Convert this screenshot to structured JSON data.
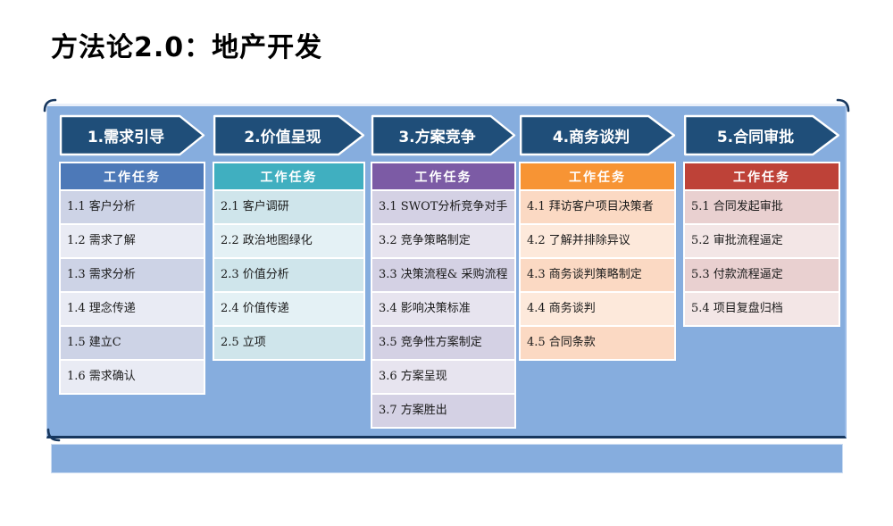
{
  "title": "方法论2.0：地产开发",
  "colors": {
    "panel_bg": "#86ADDE",
    "arrow_fill": "#1F4E79",
    "corner_accent": "#17375E",
    "footer_bar_bg": "#86ADDE"
  },
  "columns": [
    {
      "stage": "1.需求引导",
      "tasks_title": "工作任务",
      "header_bg": "#4D79B8",
      "row_odd_bg": "#CDD3E6",
      "row_even_bg": "#E9EBF4",
      "tasks": [
        "1.1 客户分析",
        "1.2 需求了解",
        "1.3 需求分析",
        "1.4 理念传递",
        "1.5 建立C",
        "1.6 需求确认"
      ]
    },
    {
      "stage": "2.价值呈现",
      "tasks_title": "工作任务",
      "header_bg": "#40AFC0",
      "row_odd_bg": "#CFE5EB",
      "row_even_bg": "#E4F1F5",
      "tasks": [
        "2.1 客户调研",
        "2.2 政治地图绿化",
        "2.3 价值分析",
        "2.4 价值传递",
        "2.5 立项"
      ]
    },
    {
      "stage": "3.方案竞争",
      "tasks_title": "工作任务",
      "header_bg": "#7C5BA5",
      "row_odd_bg": "#D4D1E4",
      "row_even_bg": "#E7E4EF",
      "tasks": [
        "3.1 SWOT分析竞争对手",
        "3.2 竞争策略制定",
        "3.3 决策流程& 采购流程",
        "3.4 影响决策标准",
        "3.5 竞争性方案制定",
        "3.6 方案呈现",
        "3.7 方案胜出"
      ]
    },
    {
      "stage": "4.商务谈判",
      "tasks_title": "工作任务",
      "header_bg": "#F79434",
      "row_odd_bg": "#FBD9C3",
      "row_even_bg": "#FDE9DB",
      "tasks": [
        "4.1 拜访客户项目决策者",
        "4.2 了解并排除异议",
        "4.3 商务谈判策略制定",
        "4.4 商务谈判",
        "4.5 合同条款"
      ]
    },
    {
      "stage": "5.合同审批",
      "tasks_title": "工作任务",
      "header_bg": "#BE4238",
      "row_odd_bg": "#E9D0D0",
      "row_even_bg": "#F3E6E6",
      "tasks": [
        "5.1 合同发起审批",
        "5.2 审批流程逼定",
        "5.3 付款流程逼定",
        "5.4 项目复盘归档"
      ]
    }
  ]
}
